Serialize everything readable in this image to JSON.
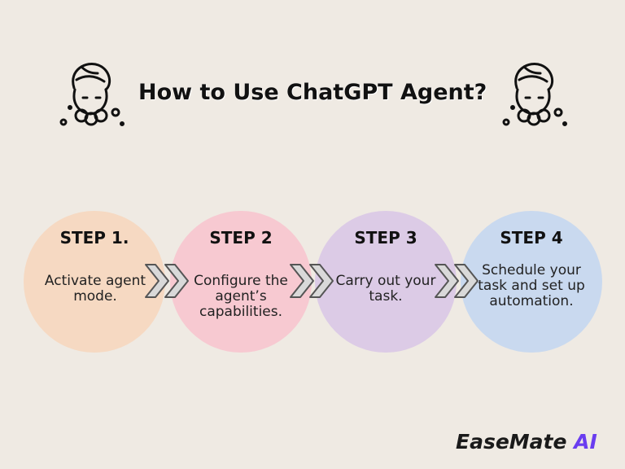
{
  "title": "How to Use ChatGPT Agent?",
  "steps": [
    {
      "label": "STEP 1.",
      "lines": [
        "Activate agent",
        "mode."
      ],
      "color": "#f6d9c2"
    },
    {
      "label": "STEP 2",
      "lines": [
        "Configure the",
        "agent’s",
        "capabilities."
      ],
      "color": "#f7c9d1"
    },
    {
      "label": "STEP 3",
      "lines": [
        "Carry out your",
        "task."
      ],
      "color": "#dccbe6"
    },
    {
      "label": "STEP 4",
      "lines": [
        "Schedule your",
        "task and set up",
        "automation."
      ],
      "color": "#c9d9ef"
    }
  ],
  "brand": {
    "name": "EaseMate",
    "suffix": "AI",
    "accent": "#6a3df0"
  },
  "icons": [
    "mascot-icon",
    "chevron-right-icon"
  ]
}
